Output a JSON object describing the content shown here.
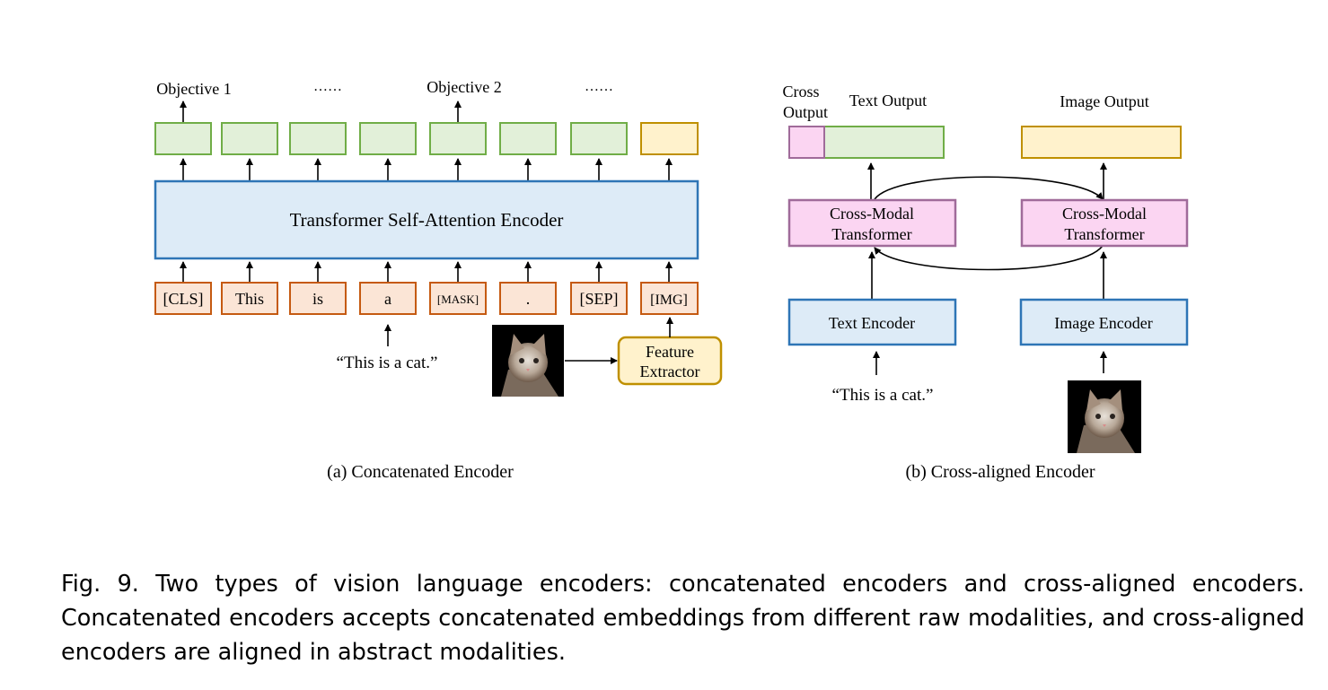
{
  "panel_a": {
    "objectives": [
      "Objective 1",
      "Objective 2"
    ],
    "ellipsis": "……",
    "encoder_label": "Transformer Self-Attention Encoder",
    "tokens": [
      "[CLS]",
      "This",
      "is",
      "a",
      "[MASK]",
      ".",
      "[SEP]",
      "[IMG]"
    ],
    "text_input": "“This is a cat.”",
    "feature_extractor": [
      "Feature",
      "Extractor"
    ],
    "caption": "(a) Concatenated Encoder"
  },
  "panel_b": {
    "cross_output": [
      "Cross",
      "Output"
    ],
    "text_output": "Text Output",
    "image_output": "Image Output",
    "cross_modal_left": [
      "Cross-Modal",
      "Transformer"
    ],
    "cross_modal_right": [
      "Cross-Modal",
      "Transformer"
    ],
    "text_encoder": "Text Encoder",
    "image_encoder": "Image Encoder",
    "text_input": "“This is a cat.”",
    "caption": "(b) Cross-aligned Encoder"
  },
  "figure_caption": "Fig. 9.  Two types of vision language encoders: concatenated encoders and cross-aligned encoders. Concatenated encoders accepts concatenated embeddings from different raw modalities, and cross-aligned encoders are aligned in abstract modalities.",
  "colors": {
    "green_fill": "#e2f0d9",
    "green_stroke": "#70ad47",
    "blue_fill": "#ddebf7",
    "blue_stroke": "#2e75b6",
    "orange_fill": "#fbe5d6",
    "orange_stroke": "#c55a11",
    "yellow_fill": "#fff2cc",
    "yellow_stroke": "#bf9000",
    "pink_fill": "#fbd5f2",
    "pink_stroke": "#a06b9a"
  }
}
